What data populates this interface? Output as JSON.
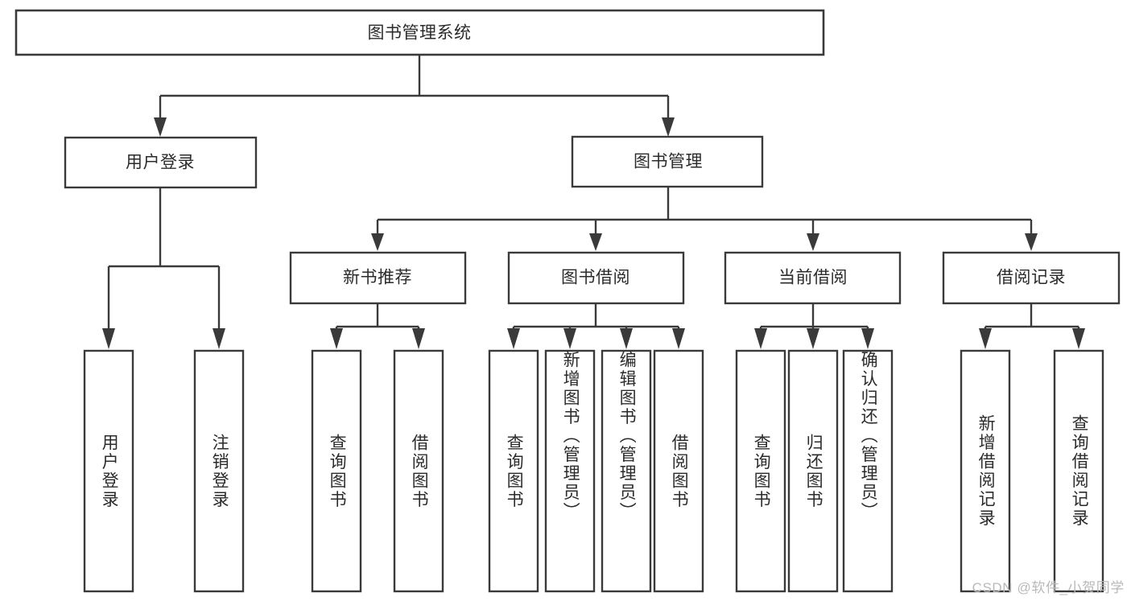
{
  "diagram": {
    "title": "图书管理系统",
    "type": "tree-hierarchy-diagram",
    "background_color": "#ffffff",
    "line_color": "#3a3a3a",
    "text_color": "#2b2b2b",
    "box_fill": "#ffffff"
  },
  "root": {
    "label": "图书管理系统"
  },
  "level2": [
    {
      "label": "用户登录"
    },
    {
      "label": "图书管理"
    }
  ],
  "level3": [
    {
      "label": "新书推荐"
    },
    {
      "label": "图书借阅"
    },
    {
      "label": "当前借阅"
    },
    {
      "label": "借阅记录"
    }
  ],
  "leaves": {
    "user_login": [
      {
        "label": "用户登录"
      },
      {
        "label": "注销登录"
      }
    ],
    "new_book_recommend": [
      {
        "label": "查询图书"
      },
      {
        "label": "借阅图书"
      }
    ],
    "book_borrow": [
      {
        "label": "查询图书"
      },
      {
        "label": "新增图书（管理员）"
      },
      {
        "label": "编辑图书（管理员）"
      },
      {
        "label": "借阅图书"
      }
    ],
    "current_borrow": [
      {
        "label": "查询图书"
      },
      {
        "label": "归还图书"
      },
      {
        "label": "确认归还（管理员）"
      }
    ],
    "borrow_record": [
      {
        "label": "新增借阅记录"
      },
      {
        "label": "查询借阅记录"
      }
    ]
  },
  "watermark": {
    "text": "CSDN @软件_小贺同学"
  }
}
